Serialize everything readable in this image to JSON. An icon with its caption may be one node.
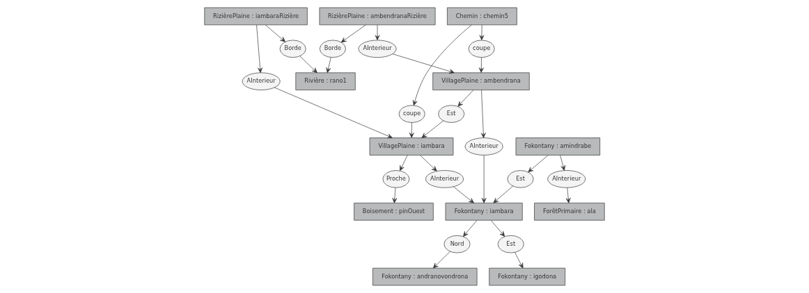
{
  "diagram": {
    "nodes": [
      {
        "text": [
          "AInterieur"
        ]
      },
      {
        "text": [
          "RizièrePlaine : iambaraRizière"
        ]
      },
      {
        "text": [
          "Borde"
        ]
      },
      {
        "text": [
          "Rivière : rano1"
        ]
      },
      {
        "text": [
          "VillagePlaine : iambara"
        ]
      },
      {
        "text": [
          "AInterieur"
        ]
      },
      {
        "text": [
          "Nord"
        ]
      },
      {
        "text": [
          "Fokontany : iambara"
        ]
      },
      {
        "text": [
          "Fokontany : andranovondrona"
        ]
      },
      {
        "text": [
          "coupe"
        ]
      },
      {
        "text": [
          "Chemin : chemin5"
        ]
      },
      {
        "text": [
          "Proche"
        ]
      },
      {
        "text": [
          "Est"
        ]
      },
      {
        "text": [
          "Est"
        ]
      },
      {
        "text": [
          "Est"
        ]
      },
      {
        "text": [
          "AInterieur"
        ]
      },
      {
        "text": [
          "coupe"
        ]
      },
      {
        "text": [
          "AInterieur"
        ]
      },
      {
        "text": [
          "Fokontany : igodona"
        ]
      },
      {
        "text": [
          "Borde"
        ]
      },
      {
        "text": [
          "Boisement : pinOuest"
        ]
      },
      {
        "text": [
          "Fokontany : amindrabe"
        ]
      },
      {
        "text": [
          "ForêtPrimaire : ala"
        ]
      },
      {
        "text": [
          "VillagePlaine : ambendrana"
        ]
      },
      {
        "text": [
          "RizièrePlaine : ambendranaRizière"
        ]
      },
      {
        "text": [
          "AInterieur"
        ]
      }
    ],
    "edges": [
      {
        "from": 1,
        "to": 0,
        "arrow": "to"
      },
      {
        "from": 0,
        "to": 4,
        "arrow": "to"
      },
      {
        "from": 1,
        "to": 2,
        "arrow": "to"
      },
      {
        "from": 2,
        "to": 3,
        "arrow": "to"
      },
      {
        "from": 4,
        "to": 5,
        "arrow": "to"
      },
      {
        "from": 5,
        "to": 7,
        "arrow": "to"
      },
      {
        "from": 7,
        "to": 6,
        "arrow": "to"
      },
      {
        "from": 6,
        "to": 8,
        "arrow": "to"
      },
      {
        "from": 7,
        "to": 14,
        "arrow": "to"
      },
      {
        "from": 14,
        "to": 18,
        "arrow": "to"
      },
      {
        "from": 10,
        "to": 9,
        "arrow": "to"
      },
      {
        "from": 9,
        "to": 4,
        "arrow": "to"
      },
      {
        "from": 10,
        "to": 16,
        "arrow": "to"
      },
      {
        "from": 16,
        "to": 23,
        "arrow": "to"
      },
      {
        "from": 4,
        "to": 11,
        "arrow": "to"
      },
      {
        "from": 11,
        "to": 20,
        "arrow": "to"
      },
      {
        "from": 23,
        "to": 12,
        "arrow": "to"
      },
      {
        "from": 12,
        "to": 4,
        "arrow": "to"
      },
      {
        "from": 23,
        "to": 15,
        "arrow": "to"
      },
      {
        "from": 15,
        "to": 7,
        "arrow": "to"
      },
      {
        "from": 21,
        "to": 13,
        "arrow": "to"
      },
      {
        "from": 13,
        "to": 7,
        "arrow": "to"
      },
      {
        "from": 21,
        "to": 17,
        "arrow": "to"
      },
      {
        "from": 17,
        "to": 22,
        "arrow": "to"
      },
      {
        "from": 24,
        "to": 19,
        "arrow": "to"
      },
      {
        "from": 19,
        "to": 3,
        "arrow": "to"
      },
      {
        "from": 24,
        "to": 25,
        "arrow": "to"
      },
      {
        "from": 25,
        "to": 23,
        "arrow": "to"
      }
    ]
  }
}
